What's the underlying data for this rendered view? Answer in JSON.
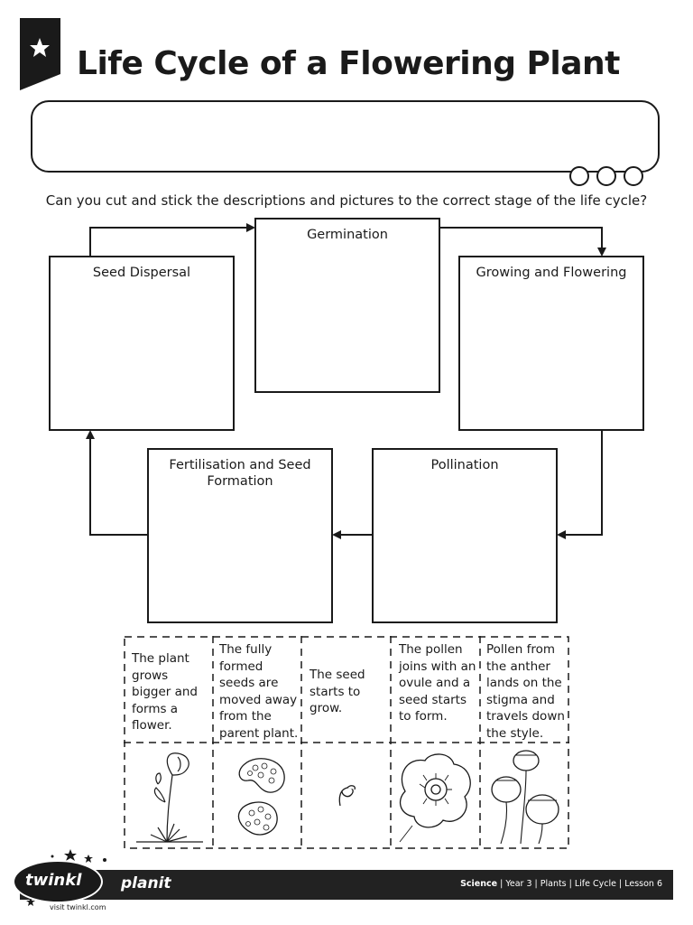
{
  "header": {
    "title": "Life Cycle of a Flowering Plant"
  },
  "instruction": "Can you cut and stick the descriptions and pictures to the correct stage of the life cycle?",
  "stages": {
    "germination": "Germination",
    "seed_dispersal": "Seed Dispersal",
    "growing_flowering": "Growing and Flowering",
    "fertilisation": "Fertilisation and Seed Formation",
    "pollination": "Pollination"
  },
  "cut_outs": [
    {
      "text": "The plant grows bigger and forms a flower.",
      "picture": "poppy-plant-icon"
    },
    {
      "text": "The fully formed seeds are moved away from the parent plant.",
      "picture": "seeds-icon"
    },
    {
      "text": "The seed starts to grow.",
      "picture": "sprout-icon"
    },
    {
      "text": "The pollen joins with an ovule and a seed starts to form.",
      "picture": "poppy-flower-icon"
    },
    {
      "text": "Pollen from the anther lands on the stigma and travels down the style.",
      "picture": "seed-heads-icon"
    }
  ],
  "footer": {
    "brand": "twinkl",
    "product": "planit",
    "visit": "visit twinkl.com",
    "subject": "Science",
    "details": " | Year 3 | Plants | Life Cycle | Lesson 6"
  },
  "colors": {
    "ink": "#1a1a1a",
    "footer": "#222222"
  }
}
